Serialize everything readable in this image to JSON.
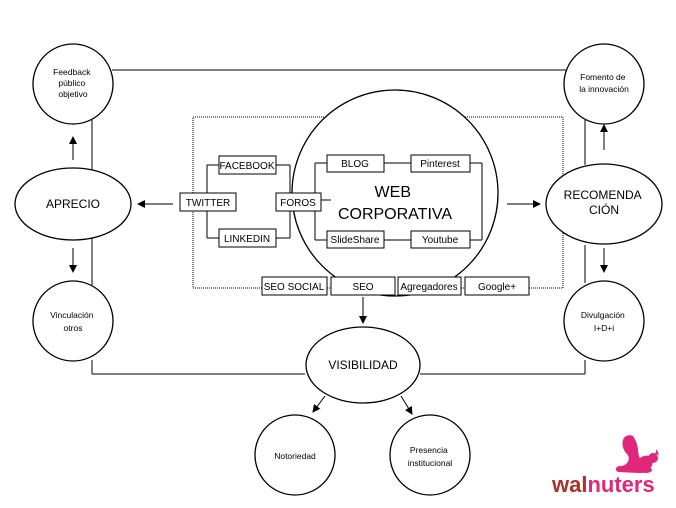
{
  "nodes": {
    "feedback": [
      "Feedback",
      "público",
      "objetivo"
    ],
    "aprecio": "APRECIO",
    "vinculacion": [
      "Vinculación",
      "otros"
    ],
    "fomento": [
      "Fomento de",
      "la innovación"
    ],
    "recomendacion": [
      "RECOMENDA",
      "CIÓN"
    ],
    "divulgacion": [
      "Divulgación",
      "I+D+i"
    ],
    "visibilidad": "VISIBILIDAD",
    "notoriedad": "Notoriedad",
    "presencia": [
      "Presencia",
      "institucional"
    ],
    "web": [
      "WEB",
      "CORPORATIVA"
    ]
  },
  "boxes": {
    "facebook": "FACEBOOK",
    "twitter": "TWITTER",
    "linkedin": "LINKEDIN",
    "foros": "FOROS",
    "blog": "BLOG",
    "pinterest": "Pinterest",
    "slideshare": "SlideShare",
    "youtube": "Youtube",
    "seo_social": "SEO SOCIAL",
    "seo": "SEO",
    "agregadores": "Agregadores",
    "google_plus": "Google+"
  },
  "logo": {
    "part1": "wal",
    "part2": "nuters",
    "color_dark": "#a8322c",
    "color_pink": "#e0287a"
  }
}
